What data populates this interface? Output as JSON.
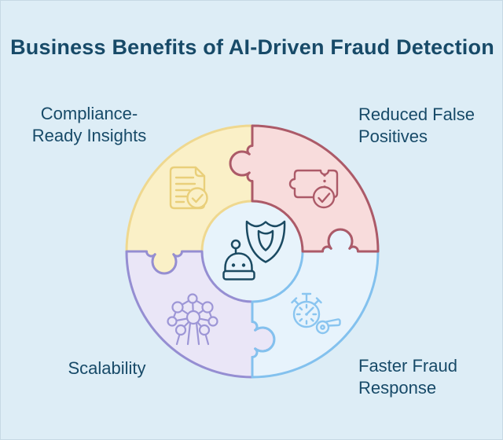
{
  "title": "Business Benefits of AI-Driven Fraud Detection",
  "colors": {
    "background": "#ddedf6",
    "border": "#c6d9e4",
    "title_text": "#174a68",
    "label_text": "#174a68",
    "center_fill": "#e7f3fb",
    "center_icon": "#1b4a62"
  },
  "segments": [
    {
      "id": "compliance-ready-insights",
      "position": "top-left",
      "label_lines": [
        "Compliance-",
        "Ready Insights"
      ],
      "icon": "document-check-icon",
      "fill_color": "#faf0c7",
      "stroke_color": "#efd88f",
      "icon_color": "#e9cf7a"
    },
    {
      "id": "reduced-false-positives",
      "position": "top-right",
      "label_lines": [
        "Reduced False",
        "Positives"
      ],
      "icon": "ticket-check-icon",
      "fill_color": "#f8dcdc",
      "stroke_color": "#ac5a68",
      "icon_color": "#ac5a68"
    },
    {
      "id": "scalability",
      "position": "bottom-left",
      "label_lines": [
        "Scalability"
      ],
      "icon": "network-structure-icon",
      "fill_color": "#eae6f7",
      "stroke_color": "#958ed2",
      "icon_color": "#9d96d6"
    },
    {
      "id": "faster-fraud-response",
      "position": "bottom-right",
      "label_lines": [
        "Faster Fraud",
        "Response"
      ],
      "icon": "stopwatch-whistle-icon",
      "fill_color": "#e7f3fc",
      "stroke_color": "#83c1ee",
      "icon_color": "#8ac5f0"
    }
  ],
  "center": {
    "icons": [
      "robot-icon",
      "shield-icon"
    ]
  }
}
